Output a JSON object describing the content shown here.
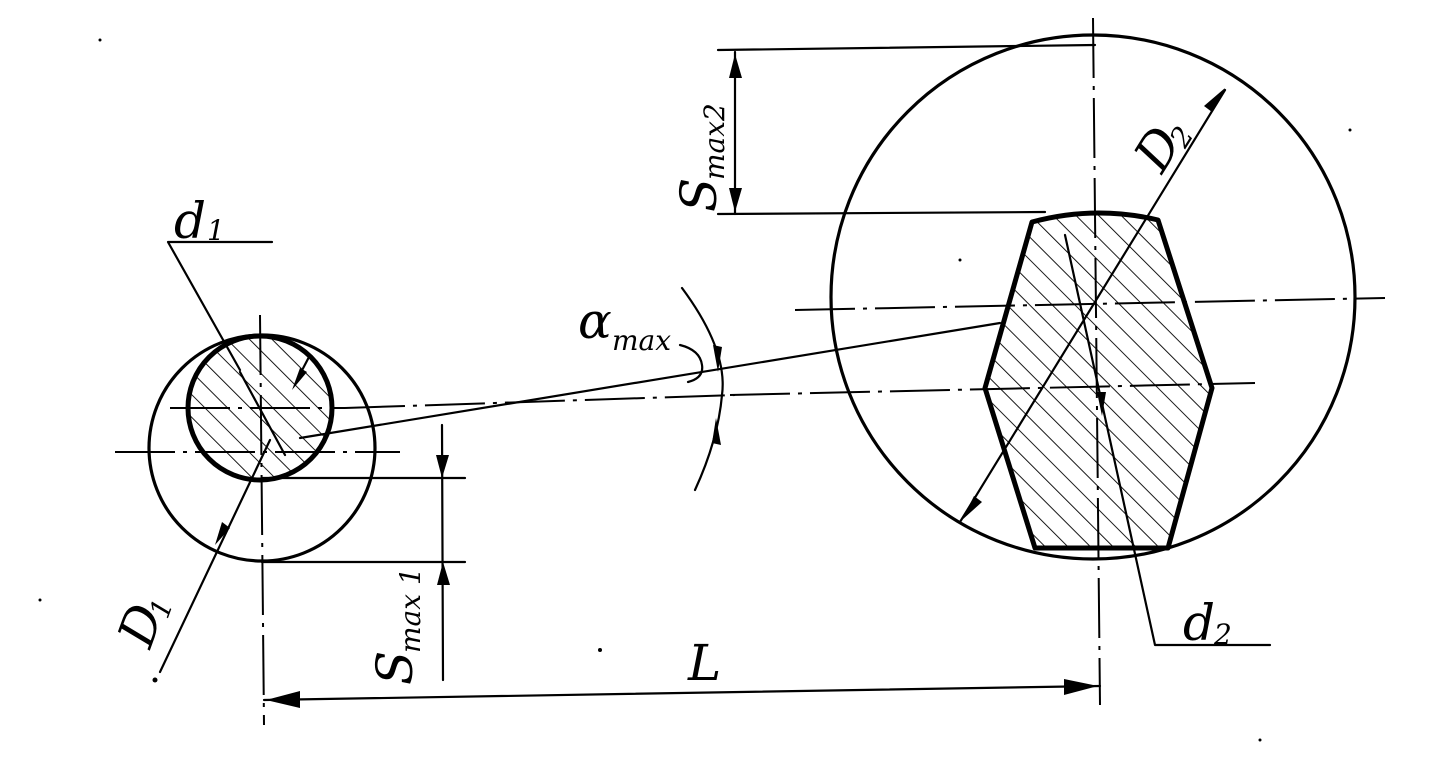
{
  "labels": {
    "d1_main": "d",
    "d1_sub": "1",
    "D1_main": "D",
    "D1_sub": "1",
    "d2_main": "d",
    "d2_sub": "2",
    "D2_main": "D",
    "D2_sub": "2",
    "smax1_main": "S",
    "smax1_sub": "max 1",
    "smax2_main": "S",
    "smax2_sub": "max2",
    "alpha_main": "α",
    "alpha_sub": "max",
    "L": "L"
  },
  "colors": {
    "ink": "#000000",
    "paper": "#ffffff"
  }
}
